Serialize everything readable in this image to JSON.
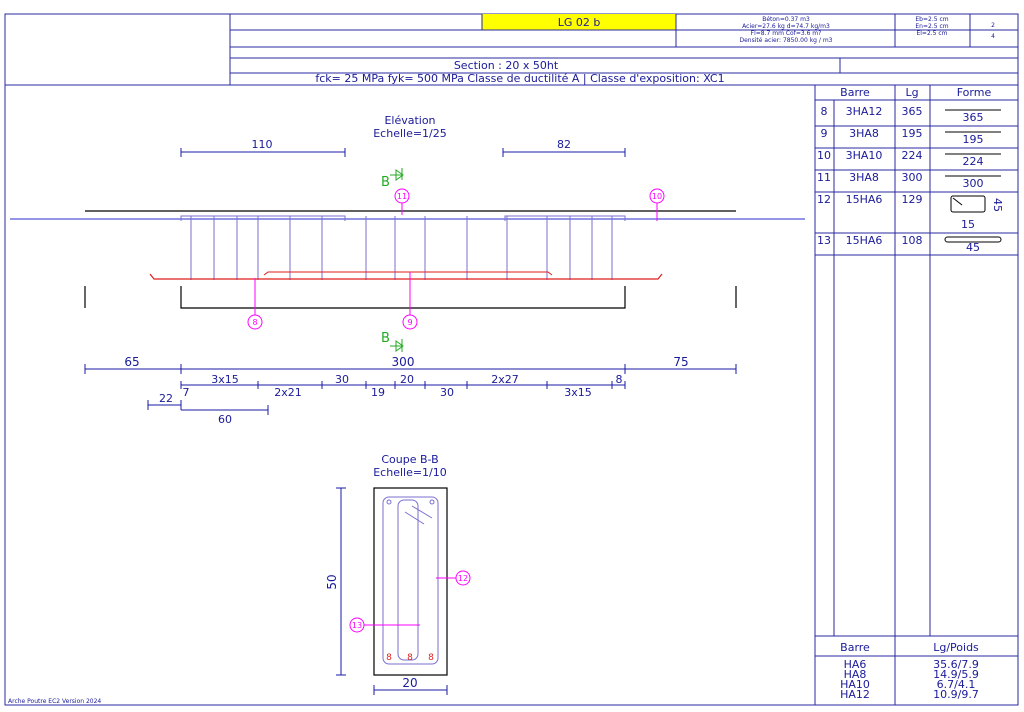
{
  "title_block": {
    "drawing_id": "LG 02 b",
    "materials": [
      "Béton=0.37 m3",
      "Acier=27.6 kg d=74.7 kg/m3",
      "Fl=8.7 mm Cof=3.6 m?",
      "Densité acier: 7850.00 kg / m3"
    ],
    "covers": [
      "Eb=2.5 cm",
      "En=2.5 cm",
      "El=2.5 cm"
    ],
    "page": "2",
    "pages": "4",
    "section": "Section :    20  x   50ht",
    "specs": "fck=    25 MPa  fyk=    500 MPa   Classe de ductilité A | Classe d'exposition: XC1"
  },
  "elevation": {
    "title": "Elévation",
    "scale": "Echelle=1/25",
    "section_mark": "B",
    "top_dims": [
      "110",
      "82"
    ],
    "total_dims": [
      "65",
      "300",
      "75"
    ],
    "spacing_dims": [
      "3x15",
      "2x21",
      "30",
      "20",
      "30",
      "2x27",
      "8",
      "7",
      "19",
      "3x15"
    ],
    "left_dims": [
      "22",
      "60"
    ],
    "markers": [
      "11",
      "10",
      "8",
      "9"
    ]
  },
  "section": {
    "title": "Coupe B-B",
    "scale": "Echelle=1/10",
    "height": "50",
    "width": "20",
    "markers": [
      "12",
      "13"
    ],
    "bar_marks": [
      "8",
      "8",
      "8"
    ]
  },
  "schedule": {
    "headers": [
      "Barre",
      "Lg",
      "Forme"
    ],
    "rows": [
      {
        "id": "8",
        "barre": "3HA12",
        "lg": "365",
        "shape": "365"
      },
      {
        "id": "9",
        "barre": "3HA8",
        "lg": "195",
        "shape": "195"
      },
      {
        "id": "10",
        "barre": "3HA10",
        "lg": "224",
        "shape": "224"
      },
      {
        "id": "11",
        "barre": "3HA8",
        "lg": "300",
        "shape": "300"
      },
      {
        "id": "12",
        "barre": "15HA6",
        "lg": "129",
        "shape_w": "15",
        "shape_h": "45"
      },
      {
        "id": "13",
        "barre": "15HA6",
        "lg": "108",
        "shape": "45"
      }
    ],
    "summary_headers": [
      "Barre",
      "Lg/Poids"
    ],
    "summary": [
      {
        "barre": "HA6",
        "val": "35.6/7.9"
      },
      {
        "barre": "HA8",
        "val": "14.9/5.9"
      },
      {
        "barre": "HA10",
        "val": "6.7/4.1"
      },
      {
        "barre": "HA12",
        "val": "10.9/9.7"
      }
    ]
  },
  "footer": "Arche Poutre EC2 Version 2024",
  "colors": {
    "frame": "#2a2aa0",
    "yellow": "#ffff00",
    "red": "#e01e1e",
    "magenta": "#ff00ff",
    "green": "#22aa22",
    "black": "#000000",
    "stirrup": "#7b6fd0"
  }
}
